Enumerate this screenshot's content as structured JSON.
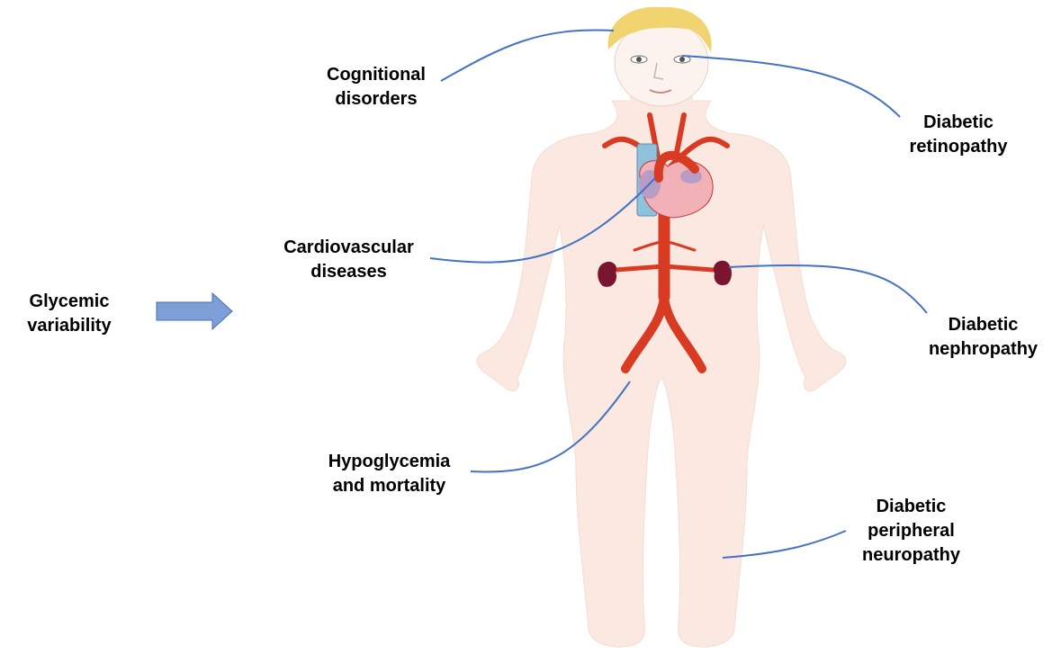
{
  "input": {
    "line1": "Glycemic",
    "line2": "variability"
  },
  "complications": {
    "cognitive": {
      "line1": "Cognitional",
      "line2": "disorders"
    },
    "retinopathy": {
      "line1": "Diabetic",
      "line2": "retinopathy"
    },
    "cardiovascular": {
      "line1": "Cardiovascular",
      "line2": "diseases"
    },
    "nephropathy": {
      "line1": "Diabetic",
      "line2": "nephropathy"
    },
    "hypoglycemia": {
      "line1": "Hypoglycemia",
      "line2": "and mortality"
    },
    "neuropathy": {
      "line1": "Diabetic",
      "line2": "peripheral",
      "line3": "neuropathy"
    }
  },
  "colors": {
    "leader_line": "#4472c4",
    "arrow_fill": "#7b9fd6",
    "body_skin": "#fbe9e1",
    "artery": "#d83a22",
    "vein": "#8fc0dc",
    "heart": "#f1b1b7",
    "kidney": "#7a1530",
    "hair": "#f1d36f"
  },
  "icons": [
    "human-body-figure",
    "heart-icon",
    "kidney-icon",
    "aorta-icon",
    "arrow-right-icon"
  ]
}
